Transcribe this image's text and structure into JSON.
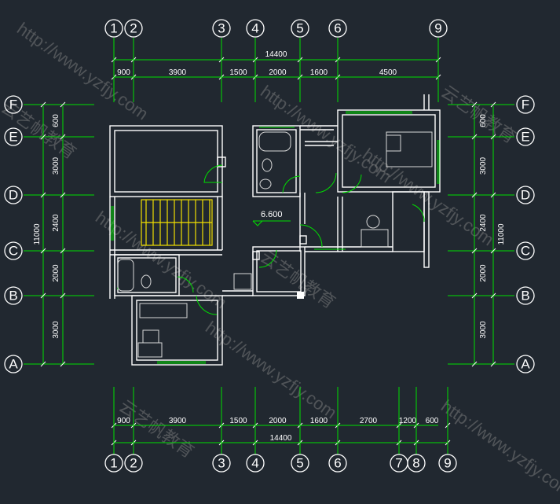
{
  "top_axes": [
    "1",
    "2",
    "3",
    "4",
    "5",
    "6",
    "9"
  ],
  "bottom_axes": [
    "1",
    "2",
    "3",
    "4",
    "5",
    "6",
    "7",
    "8",
    "9"
  ],
  "row_axes": [
    "F",
    "E",
    "D",
    "C",
    "B",
    "A"
  ],
  "top_dims": [
    "900",
    "3900",
    "1500",
    "2000",
    "1600",
    "4500"
  ],
  "top_total": "14400",
  "bottom_dims": [
    "900",
    "3900",
    "1500",
    "2000",
    "1600",
    "2700",
    "1200",
    "600"
  ],
  "bottom_total": "14400",
  "side_dims": [
    "600",
    "3000",
    "2400",
    "2000",
    "3000"
  ],
  "side_total": "11000",
  "level_mark": "6.600",
  "watermarks": [
    "云艺帆教育",
    "http://www.yzfjy.com"
  ],
  "colors": {
    "background": "#212830",
    "dimension": "#00e000",
    "wall": "#ffffff",
    "stair": "#f2e000"
  }
}
